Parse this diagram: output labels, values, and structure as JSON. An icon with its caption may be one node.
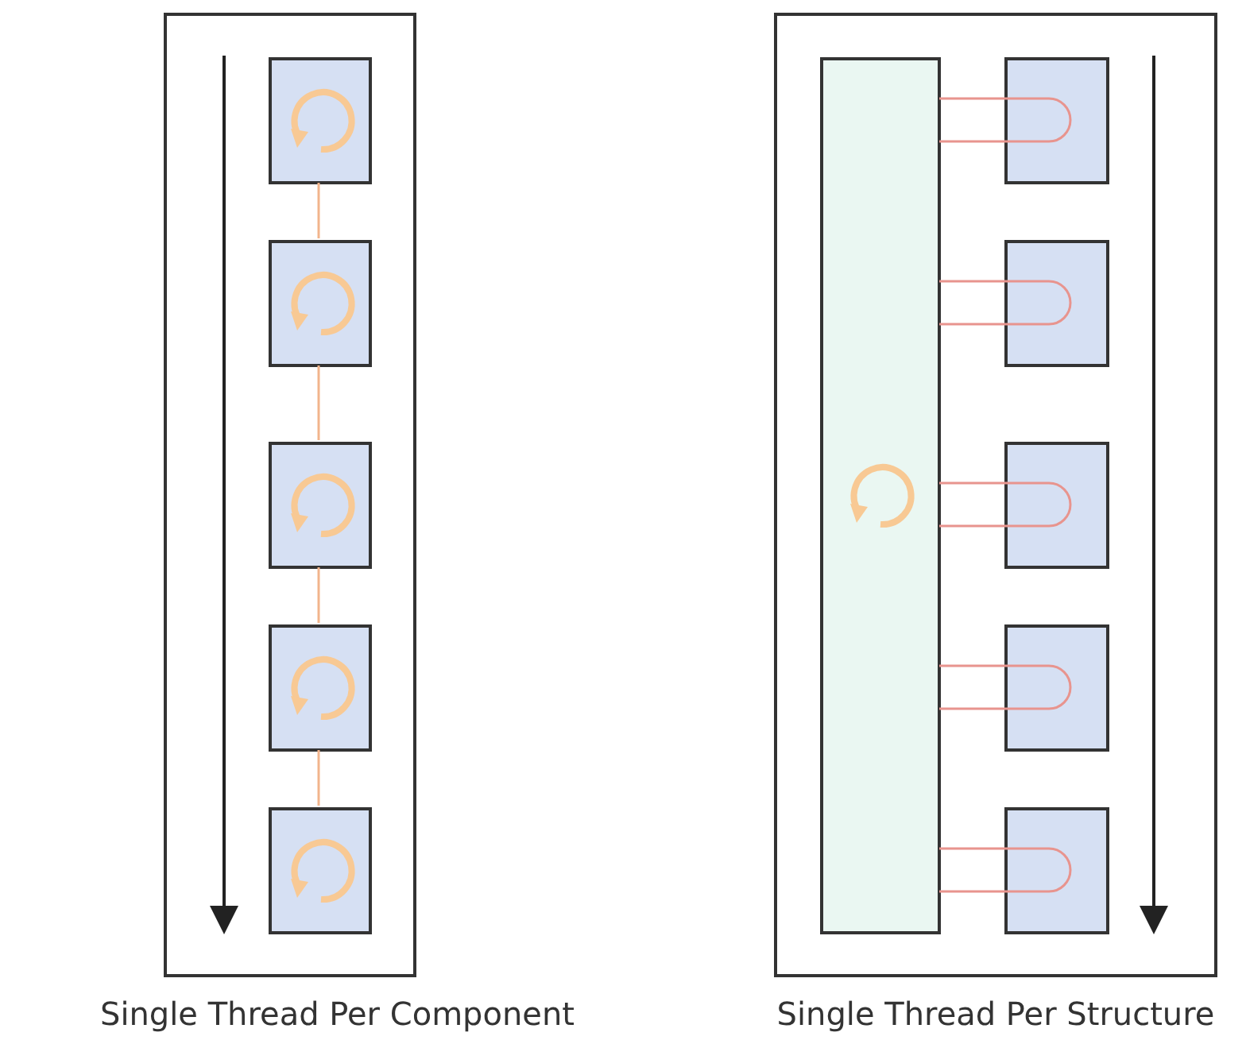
{
  "diagram": {
    "nodes": [
      {
        "text": [
          "Single Thread Per Component"
        ]
      },
      {
        "text": [],
        "shape": "box",
        "in": 0
      },
      {
        "text": [],
        "shape": "box",
        "in": 0
      },
      {
        "text": [],
        "shape": "box",
        "in": 0
      },
      {
        "text": [],
        "shape": "box",
        "in": 0
      },
      {
        "text": [],
        "shape": "box",
        "in": 0
      },
      {
        "text": [
          "Single Thread Per Structure"
        ]
      },
      {
        "text": [],
        "shape": "bar",
        "in": 6
      },
      {
        "text": [],
        "shape": "box",
        "in": 6
      },
      {
        "text": [],
        "shape": "box",
        "in": 6
      },
      {
        "text": [],
        "shape": "box",
        "in": 6
      },
      {
        "text": [],
        "shape": "box",
        "in": 6
      },
      {
        "text": [],
        "shape": "box",
        "in": 6
      }
    ],
    "edges": [
      {
        "from": 1,
        "to": 2,
        "arrow": "none",
        "color": "#f2b48c"
      },
      {
        "from": 2,
        "to": 3,
        "arrow": "none",
        "color": "#f2b48c"
      },
      {
        "from": 3,
        "to": 4,
        "arrow": "none",
        "color": "#f2b48c"
      },
      {
        "from": 4,
        "to": 5,
        "arrow": "none",
        "color": "#f2b48c"
      },
      {
        "from": 7,
        "to": 8,
        "arrow": "none"
      },
      {
        "from": 7,
        "to": 9,
        "arrow": "none"
      },
      {
        "from": 7,
        "to": 10,
        "arrow": "none"
      },
      {
        "from": 7,
        "to": 11,
        "arrow": "none"
      },
      {
        "from": 7,
        "to": 12,
        "arrow": "none"
      }
    ]
  }
}
